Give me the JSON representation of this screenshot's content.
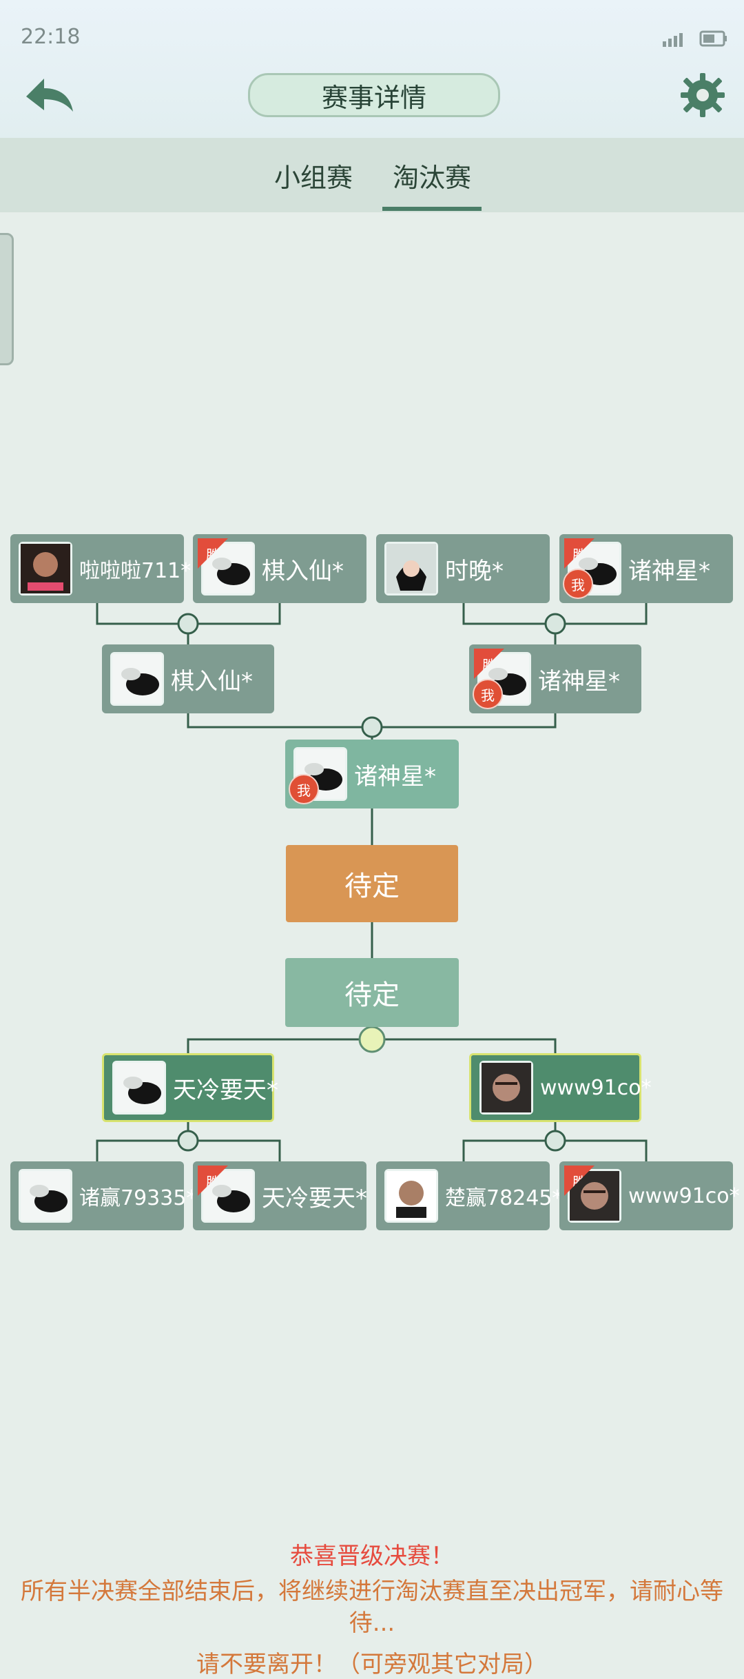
{
  "status": {
    "time": "22:18"
  },
  "header": {
    "title": "赛事详情"
  },
  "tabs": [
    {
      "label": "小组赛"
    },
    {
      "label": "淘汰赛"
    }
  ],
  "bracket": {
    "round1_top": [
      {
        "name": "啦啦啦711*",
        "badge": "",
        "avatar": "face-man-red"
      },
      {
        "name": "棋入仙*",
        "badge": "胜",
        "avatar": "go-stone"
      },
      {
        "name": "时晚*",
        "badge": "",
        "avatar": "anime-boy"
      },
      {
        "name": "诸神星*",
        "badge": "胜",
        "me": "我",
        "avatar": "go-stone"
      }
    ],
    "round2_top": [
      {
        "name": "棋入仙*",
        "avatar": "go-stone"
      },
      {
        "name": "诸神星*",
        "badge": "胜",
        "me": "我",
        "avatar": "go-stone"
      }
    ],
    "finalist_top": {
      "name": "诸神星*",
      "me": "我",
      "avatar": "go-stone"
    },
    "final_slot": "待定",
    "finalist_bottom": "待定",
    "round2_bottom": [
      {
        "name": "天冷要天*",
        "avatar": "go-stone"
      },
      {
        "name": "www91co*",
        "avatar": "face-man"
      }
    ],
    "round1_bottom": [
      {
        "name": "诸赢79335*",
        "avatar": "go-stone"
      },
      {
        "name": "天冷要天*",
        "badge": "胜",
        "avatar": "go-stone"
      },
      {
        "name": "楚赢78245*",
        "avatar": "face-man"
      },
      {
        "name": "www91co*",
        "badge": "胜",
        "avatar": "face-man"
      }
    ]
  },
  "footer": {
    "line1": "恭喜晋级决赛！",
    "line2": "所有半决赛全部结束后，将继续进行淘汰赛直至决出冠军，请耐心等待...",
    "line3": "请不要离开！（可旁观其它对局）"
  }
}
